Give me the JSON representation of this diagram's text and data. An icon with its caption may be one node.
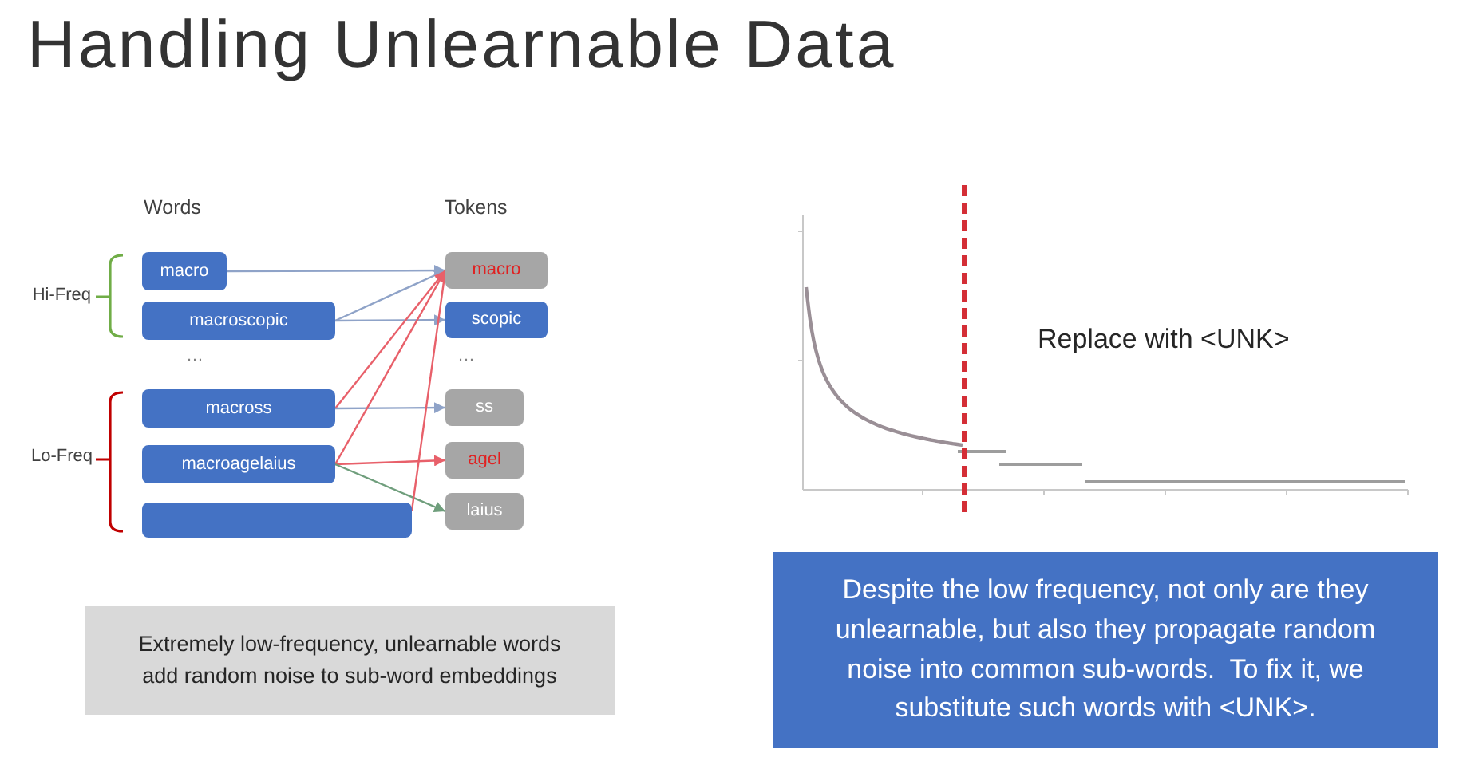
{
  "diagram": {
    "title": "Handling Unlearnable Data",
    "nodes": [
      {
        "text": [
          "macro"
        ]
      },
      {
        "text": [
          "macroscopic"
        ]
      },
      {
        "text": [
          "macross"
        ]
      },
      {
        "text": [
          "macroagelaius"
        ]
      },
      {
        "text": [],
        "shape": "box"
      },
      {
        "text": [
          "macro"
        ]
      },
      {
        "text": [
          "scopic"
        ]
      },
      {
        "text": [
          "ss"
        ]
      },
      {
        "text": [
          "agel"
        ]
      },
      {
        "text": [
          "laius"
        ]
      },
      {
        "text": [
          "Extremely low-frequency, unlearnable words add random noise to sub-word embeddings"
        ]
      },
      {
        "text": [
          "Despite the low frequency, not only are they unlearnable, but also they propagate random noise into common sub-words.  To fix it, we substitute such words with <UNK>."
        ]
      }
    ],
    "edges": [
      {
        "from": 0,
        "to": 5,
        "arrow": "to"
      },
      {
        "from": 1,
        "to": 5,
        "arrow": "to"
      },
      {
        "from": 1,
        "to": 6,
        "arrow": "to"
      },
      {
        "from": 2,
        "to": 5,
        "arrow": "to",
        "color": "#e8606a"
      },
      {
        "from": 2,
        "to": 7,
        "arrow": "to"
      },
      {
        "from": 3,
        "to": 5,
        "arrow": "to",
        "color": "#e8606a"
      },
      {
        "from": 3,
        "to": 8,
        "arrow": "to",
        "color": "#e8606a"
      },
      {
        "from": 3,
        "to": 9,
        "arrow": "to",
        "color": "#6f9e7c"
      },
      {
        "from": 4,
        "to": 5,
        "arrow": "to",
        "color": "#e8606a"
      }
    ],
    "labels": [
      "Words",
      "Tokens",
      "Hi-Freq",
      "…",
      "…",
      "Lo-Freq",
      "Replace with <UNK>"
    ]
  }
}
